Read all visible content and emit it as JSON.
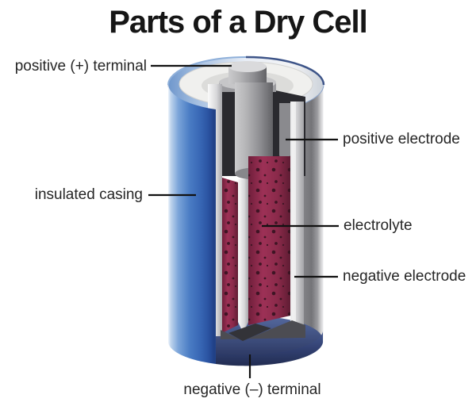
{
  "title": "Parts of a Dry Cell",
  "labels": {
    "positive_terminal": "positive (+) terminal",
    "insulated_casing": "insulated casing",
    "positive_electrode": "positive electrode",
    "electrolyte": "electrolyte",
    "negative_electrode": "negative electrode",
    "negative_terminal": "negative (–) terminal"
  },
  "diagram_parts": [
    "positive (+) terminal",
    "insulated casing",
    "positive electrode",
    "electrolyte",
    "negative electrode",
    "negative (–) terminal"
  ],
  "colors": {
    "title_text": "#161616",
    "label_text": "#262626",
    "leader_line": "#111111",
    "casing_blue_mid": "#4a7cc4",
    "casing_blue_dark": "#1f3f85",
    "bottom_navy": "#2a3865",
    "electrolyte_maroon": "#8f2a4d",
    "electrolyte_speckle": "#35121f",
    "rod_gray": "#8f8f93",
    "can_gray": "#9a9a9e",
    "top_surface": "#f0f0ee",
    "seal_dark": "#2a2a2f"
  }
}
